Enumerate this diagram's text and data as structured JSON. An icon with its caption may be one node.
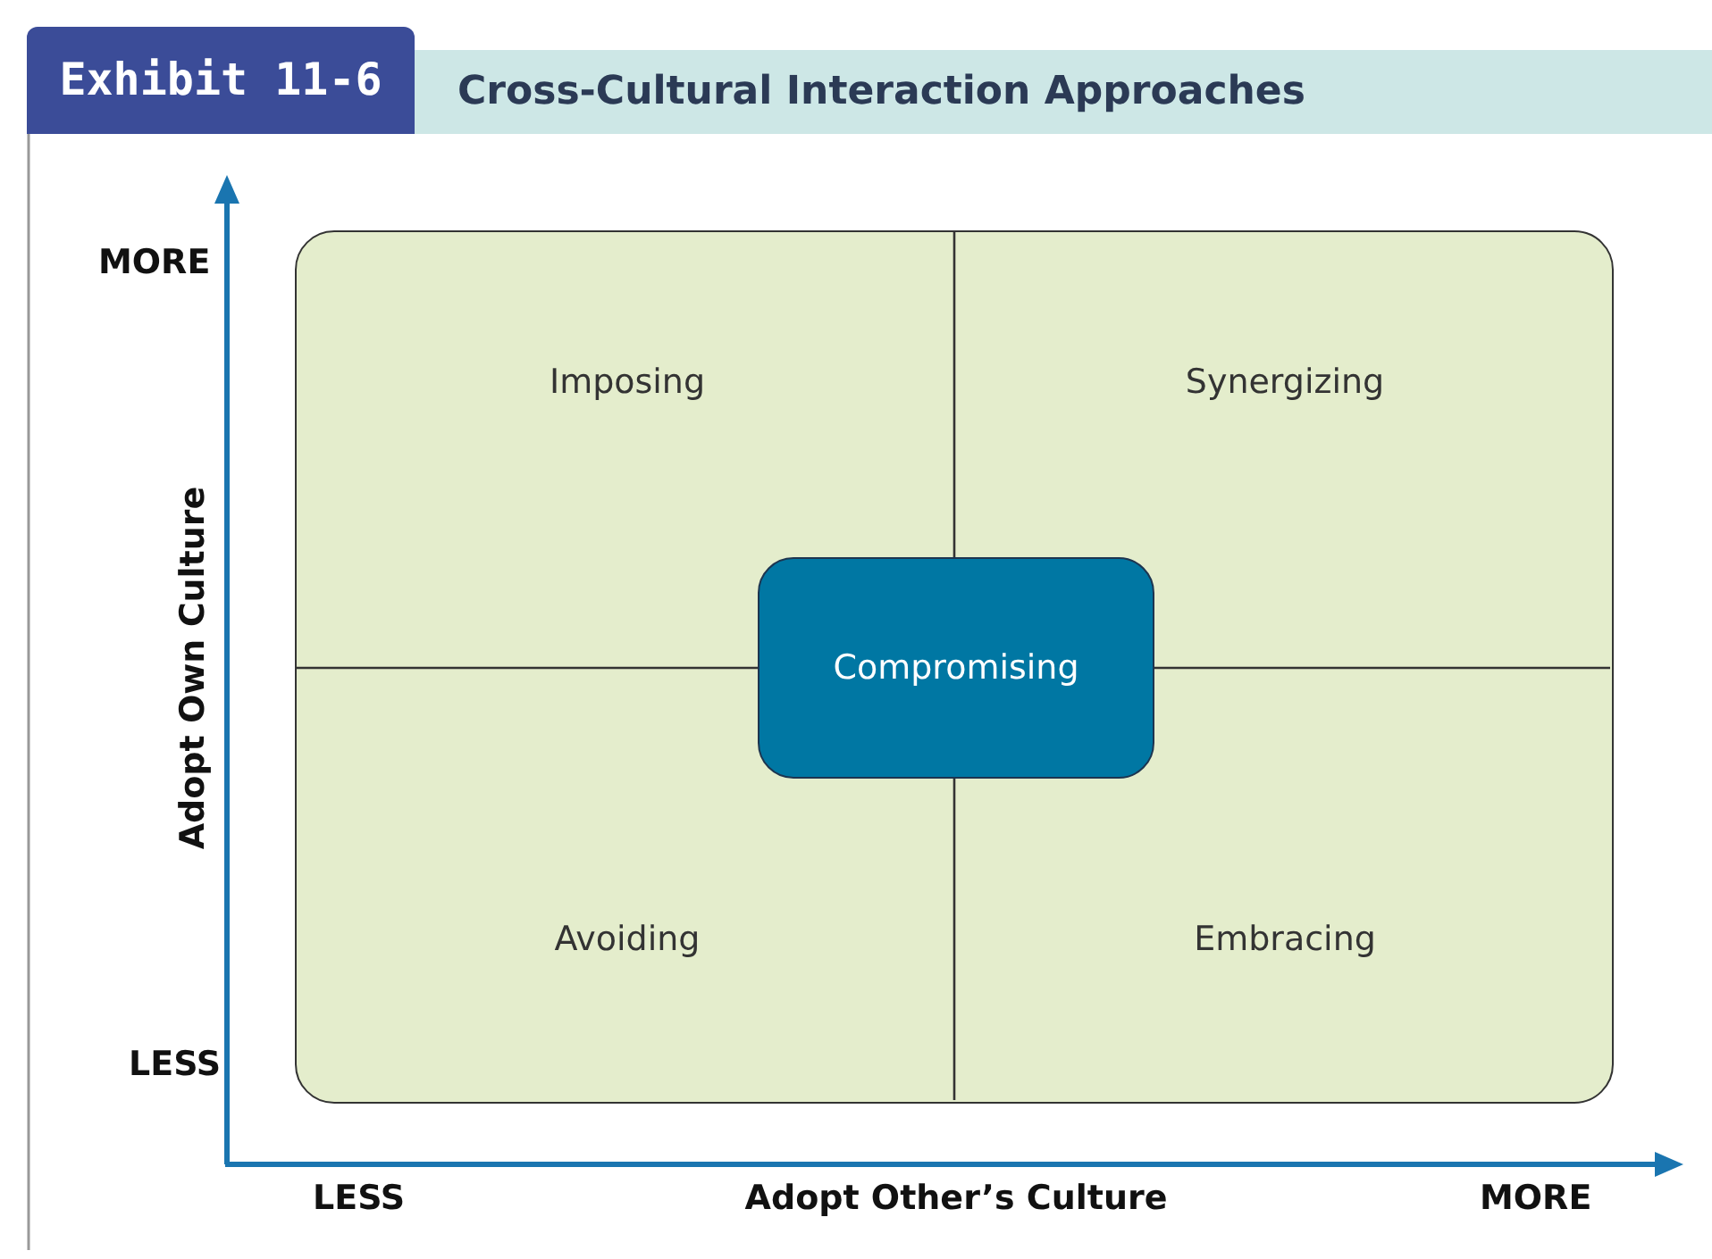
{
  "diagram": {
    "title": "Cross-Cultural Interaction Approaches",
    "nodes": [
      {
        "text": [],
        "shape": "box"
      },
      {
        "text": [
          "Imposing"
        ],
        "in": 0
      },
      {
        "text": [
          "Synergizing"
        ],
        "in": 0
      },
      {
        "text": [
          "Avoiding"
        ],
        "in": 0
      },
      {
        "text": [
          "Embracing"
        ],
        "in": 0
      },
      {
        "text": [
          "Compromising"
        ],
        "in": 0
      }
    ],
    "edges": [],
    "labels": [
      "Exhibit 11-6",
      "MORE",
      "Adopt Own Culture",
      "LESS",
      "LESS",
      "Adopt Other’s Culture",
      "MORE"
    ]
  }
}
